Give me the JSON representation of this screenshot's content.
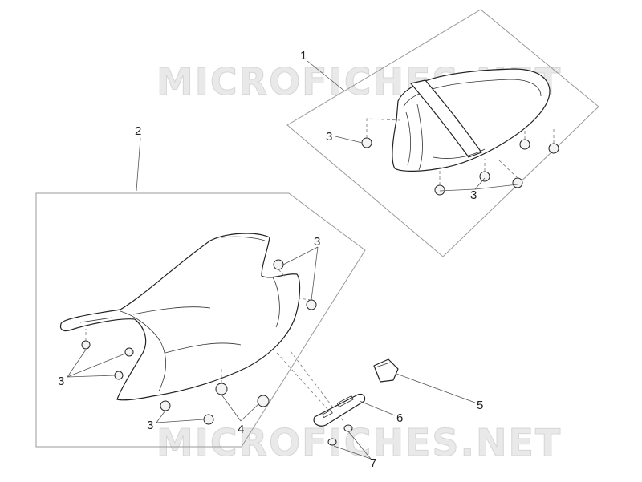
{
  "watermark": {
    "top": "MICROFICHES.NET",
    "bottom": "MICROFICHES.NET"
  },
  "callouts": {
    "part_1": "1",
    "part_2": "2",
    "part_3_rear_left": "3",
    "part_3_rear_bottom": "3",
    "part_3_front_right": "3",
    "part_3_front_left": "3",
    "part_3_front_bottom": "3",
    "part_4": "4",
    "part_5": "5",
    "part_6": "6",
    "part_7": "7"
  }
}
